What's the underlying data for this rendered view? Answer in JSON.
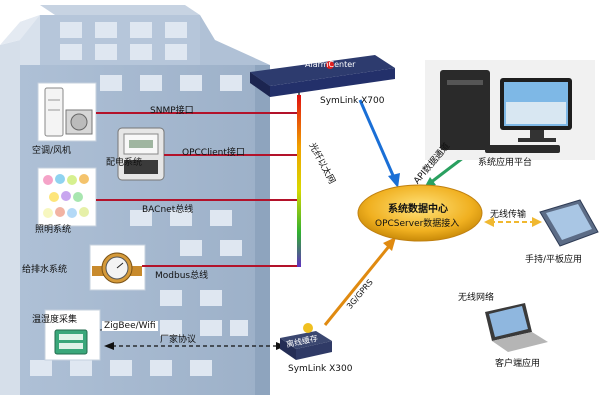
{
  "building": {
    "systems": [
      {
        "id": "hvac",
        "label": "空调/风机",
        "interface": "SNMP接口"
      },
      {
        "id": "power",
        "label": "配电系统",
        "interface": "OPCClient接口"
      },
      {
        "id": "lighting",
        "label": "照明系统",
        "interface": "BACnet总线"
      },
      {
        "id": "water",
        "label": "给排水系统",
        "interface": "Modbus总线"
      },
      {
        "id": "env",
        "label": "温湿度采集",
        "interface": "ZigBee/Wifi"
      }
    ],
    "vendor_protocol": "厂家协议"
  },
  "devices": {
    "alarm_center": "AlarmCenter",
    "symlink_x700": "SymLink X700",
    "symlink_x300": "SymLink X300",
    "offline_cache": "离线缓存"
  },
  "links": {
    "fiber_ethernet": "光纤以太网",
    "api_channel": "API数据通道",
    "wireless": "无线传输",
    "gprs": "3G/GPRS",
    "wireless_network": "无线网络"
  },
  "data_center": {
    "title": "系统数据中心",
    "subtitle": "OPCServer数据接入"
  },
  "apps": {
    "platform": "系统应用平台",
    "handheld": "手持/平板应用",
    "client": "客户端应用"
  }
}
